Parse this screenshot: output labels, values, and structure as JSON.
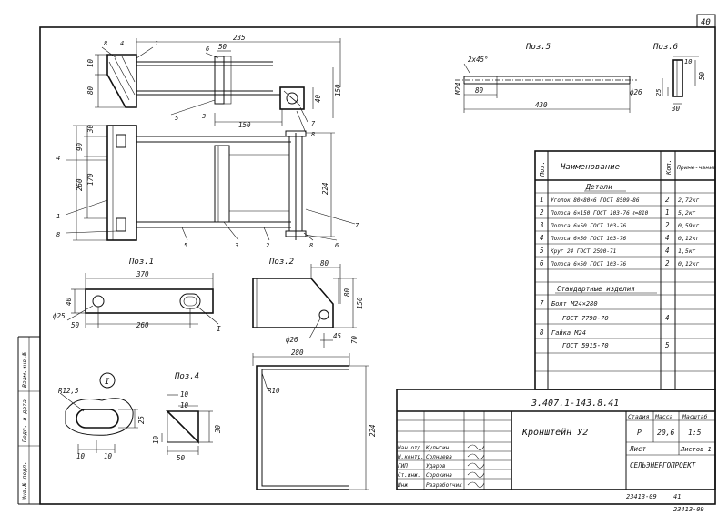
{
  "sheet_number": "40",
  "views": {
    "pos1": "Поз.1",
    "pos2": "Поз.2",
    "pos4": "Поз.4",
    "pos5": "Поз.5",
    "pos6": "Поз.6",
    "detail_mark": "I"
  },
  "assembly_dims": {
    "d235": "235",
    "d50": "50",
    "d10": "10",
    "d80": "80",
    "d40": "40",
    "d150a": "150",
    "d150b": "150",
    "d30": "30",
    "d90": "90",
    "d170": "170",
    "d260": "260",
    "d224": "224"
  },
  "leaders": [
    "1",
    "2",
    "3",
    "4",
    "5",
    "6",
    "7",
    "8"
  ],
  "pos1_dims": {
    "len": "370",
    "h": "40",
    "dia": "ф25",
    "a": "50",
    "b": "260",
    "mark": "I"
  },
  "pos2_dims": {
    "w": "80",
    "h1": "80",
    "h2": "150",
    "dia": "ф26",
    "a": "45",
    "b": "70"
  },
  "pos4_dims": {
    "a": "10",
    "b": "10",
    "c": "30",
    "d": "10",
    "w": "50"
  },
  "pos5_dims": {
    "chamfer": "2x45°",
    "thread": "M24",
    "a": "80",
    "len": "430",
    "dia": "ф26"
  },
  "pos6_dims": {
    "a": "50",
    "b": "10",
    "c": "25",
    "d": "30"
  },
  "detailI_dims": {
    "r": "R12,5",
    "a": "25",
    "b": "10",
    "c": "10"
  },
  "bent_dims": {
    "w": "280",
    "r": "R10",
    "h": "224"
  },
  "spec": {
    "headers": {
      "pos": "Поз.",
      "name": "Наименование",
      "qty": "Кол.",
      "note": "Приме-чание"
    },
    "section_details": "Детали",
    "rows": [
      {
        "pos": "1",
        "name": "Уголок 80×80×6 ГОСТ 8509-86",
        "qty": "2",
        "note": "2,72кг"
      },
      {
        "pos": "2",
        "name": "Полоса 6×150 ГОСТ 103-76 ℓ=810",
        "qty": "1",
        "note": "5,2кг"
      },
      {
        "pos": "3",
        "name": "Полоса 6×50 ГОСТ 103-76",
        "qty": "2",
        "note": "0,59кг"
      },
      {
        "pos": "4",
        "name": "Полоса 6×50 ГОСТ 103-76",
        "qty": "4",
        "note": "0,12кг"
      },
      {
        "pos": "5",
        "name": "Круг 24 ГОСТ 2590-71",
        "qty": "4",
        "note": "1,5кг"
      },
      {
        "pos": "6",
        "name": "Полоса 6×50 ГОСТ 103-76",
        "qty": "2",
        "note": "0,12кг"
      }
    ],
    "section_std": "Стандартные изделия",
    "std_rows": [
      {
        "pos": "7",
        "name": "Болт М24×280",
        "name2": "ГОСТ 7798-70",
        "qty": "4"
      },
      {
        "pos": "8",
        "name": "Гайка М24",
        "name2": "ГОСТ 5915-70",
        "qty": "5"
      }
    ]
  },
  "title_block": {
    "code": "3.407.1-143.8.41",
    "title": "Кронштейн У2",
    "stage_h": "Стадия",
    "mass_h": "Масса",
    "scale_h": "Масштаб",
    "stage": "Р",
    "mass": "20,6",
    "scale": "1:5",
    "sheet": "Лист",
    "sheets": "Листов 1",
    "org": "СЕЛЬЭНЕРГОПРОЕКТ",
    "people": [
      {
        "role": "Нач.отд.",
        "name": "Кулыгин"
      },
      {
        "role": "Н.контр.",
        "name": "Солнцева"
      },
      {
        "role": "ГИП",
        "name": "Ударов"
      },
      {
        "role": "Ст.инж.",
        "name": "Сорокина"
      },
      {
        "role": "Инж.",
        "name": "Разработчик"
      }
    ],
    "archive": "23413-09",
    "archive_sheet": "41",
    "archive_bottom": "23413-09"
  },
  "side_labels": {
    "a": "Взам.инв.№",
    "b": "Подп. и дата",
    "c": "Инв.№ подл."
  }
}
